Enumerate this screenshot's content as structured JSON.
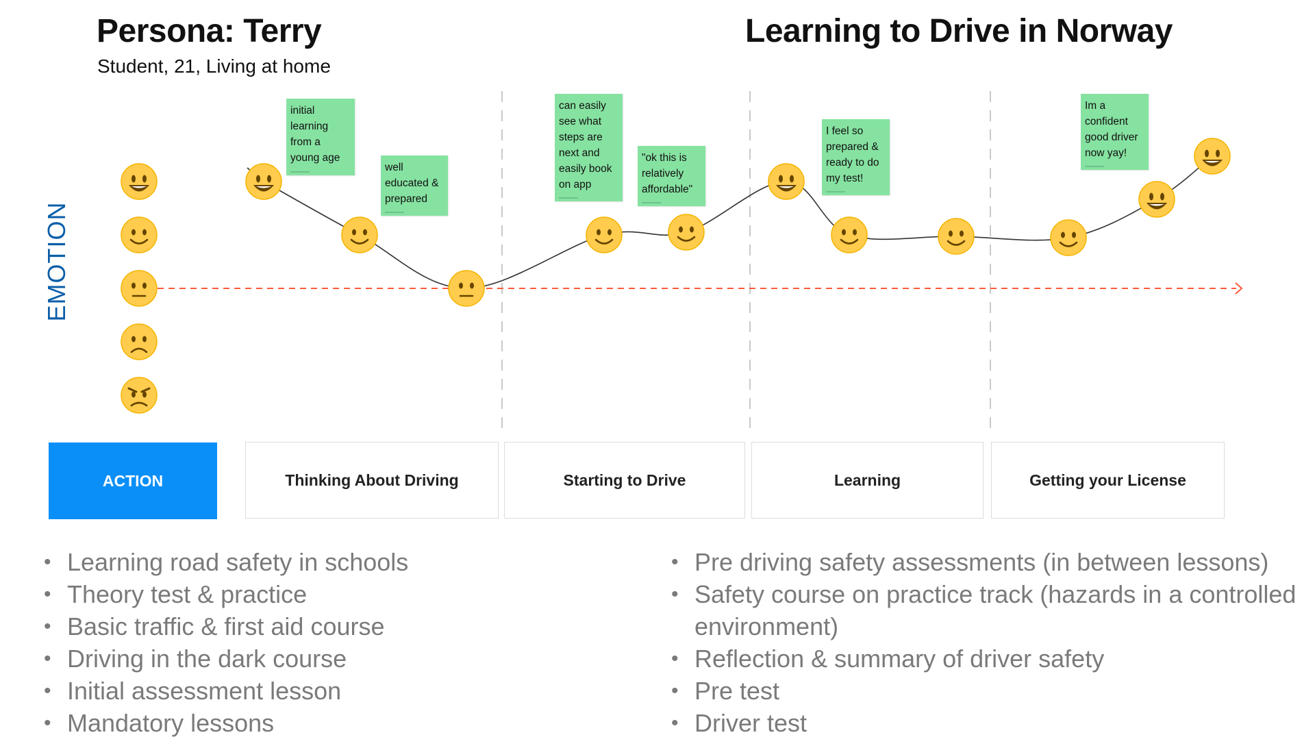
{
  "header": {
    "persona_title": "Persona: Terry",
    "persona_subtitle": "Student, 21, Living at home",
    "journey_title": "Learning to Drive in Norway"
  },
  "emotion_axis": {
    "label": "EMOTION",
    "scale": [
      "very-happy",
      "happy",
      "neutral",
      "sad",
      "angry"
    ]
  },
  "journey_points": [
    {
      "emotion": 5
    },
    {
      "emotion": 4
    },
    {
      "emotion": 3
    },
    {
      "emotion": 4
    },
    {
      "emotion": 4
    },
    {
      "emotion": 5
    },
    {
      "emotion": 4
    },
    {
      "emotion": 4
    },
    {
      "emotion": 4
    },
    {
      "emotion": 5
    },
    {
      "emotion": 5
    }
  ],
  "notes": [
    {
      "text": "initial\nlearning\nfrom a\nyoung age"
    },
    {
      "text": "well\neducated &\nprepared"
    },
    {
      "text": "can easily\nsee what\nsteps are\nnext and\neasily book\non app"
    },
    {
      "text": "\"ok this is\nrelatively\naffordable\""
    },
    {
      "text": "I feel so\nprepared &\nready to do\nmy test!"
    },
    {
      "text": "Im a\nconfident\ngood driver\nnow yay!"
    }
  ],
  "action": {
    "label": "ACTION"
  },
  "stages": [
    {
      "label": "Thinking About Driving"
    },
    {
      "label": "Starting to Drive"
    },
    {
      "label": "Learning"
    },
    {
      "label": "Getting your License"
    }
  ],
  "bullets_left": [
    "Learning road safety in schools",
    "Theory test & practice",
    "Basic traffic & first aid course",
    "Driving in the dark course",
    "Initial assessment lesson",
    "Mandatory lessons"
  ],
  "bullets_right": [
    "Pre driving safety assessments (in between lessons)",
    "Safety course on practice track (hazards in a controlled environment)",
    "Reflection & summary of driver safety",
    "Pre test",
    "Driver test"
  ],
  "colors": {
    "emoji_face": "#ffcc4d",
    "emoji_edge": "#f4b400",
    "emoji_feature": "#664500",
    "sticky_note": "#86e2a1",
    "action_blue": "#0a8ff9",
    "emotion_label": "#0b5ea8",
    "baseline_dashed": "#ff5a3c"
  }
}
